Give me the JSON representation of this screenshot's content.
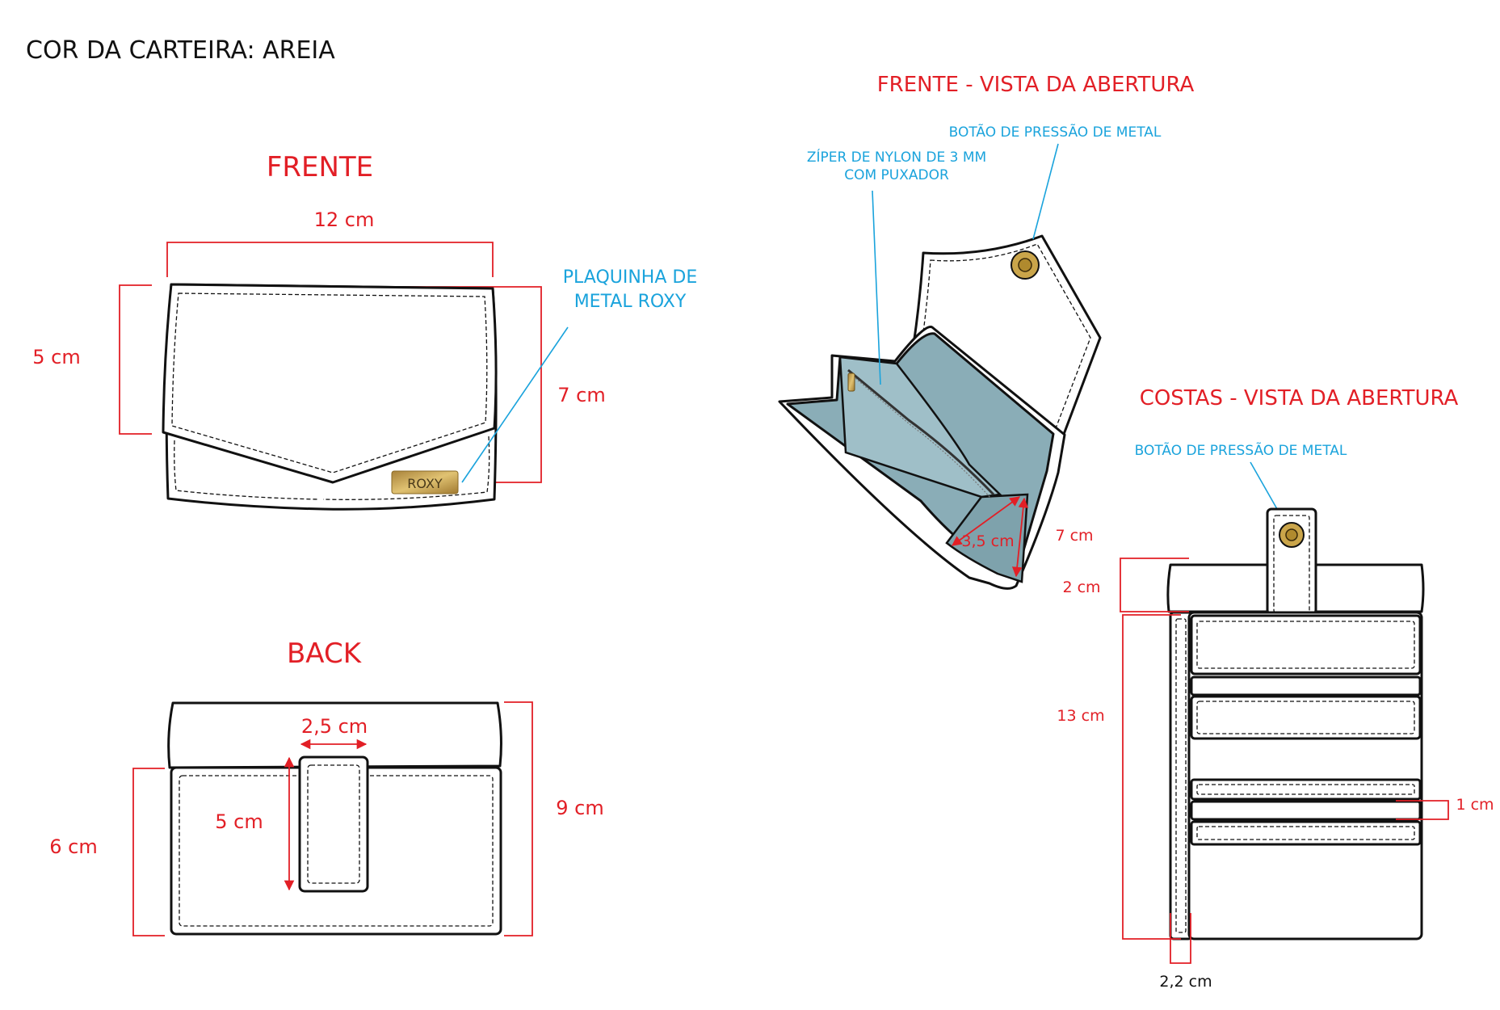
{
  "header": {
    "color_label": "COR DA CARTEIRA: AREIA"
  },
  "front": {
    "title": "FRENTE",
    "width_label": "12  cm",
    "flap_label": "5  cm",
    "height_label": "7  cm",
    "plate_callout_line1": "PLAQUINHA DE",
    "plate_callout_line2": "METAL ROXY",
    "plate_text": "ROXY"
  },
  "back": {
    "title": "BACK",
    "strap_width_label": "2,5  cm",
    "strap_length_label": "5  cm",
    "pocket_height_label": "6 cm",
    "height_label": "9  cm"
  },
  "front_open": {
    "title": "FRENTE - VISTA DA ABERTURA",
    "zipper_callout_line1": "ZÍPER DE NYLON DE 3 MM",
    "zipper_callout_line2": "COM PUXADOR",
    "snap_callout": "BOTÃO DE PRESSÃO DE METAL",
    "gusset_width_label": "3,5  cm",
    "gusset_height_label": "7  cm"
  },
  "back_open": {
    "title": "COSTAS - VISTA DA ABERTURA",
    "snap_callout": "BOTÃO DE PRESSÃO DE METAL",
    "top_band_label": "2  cm",
    "height_label": "13  cm",
    "slot_label": "1 cm",
    "spine_label": "2,2 cm"
  },
  "colors": {
    "title_red": "#e21f26",
    "callout_blue": "#1aa3dc",
    "lining_blue_grey": "#8aadb7",
    "metal_gold": "#caa54a"
  }
}
